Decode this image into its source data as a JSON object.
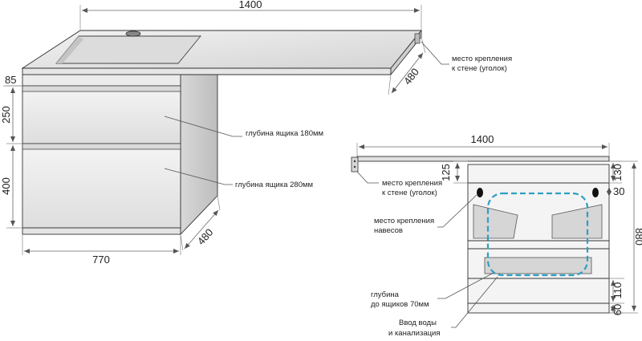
{
  "left_view": {
    "dim_top_width": "1400",
    "dim_top_height": "85",
    "dim_drawer_top": "250",
    "dim_drawer_bottom": "400",
    "dim_bottom_width": "770",
    "dim_depth_top": "480",
    "dim_depth_bottom": "480",
    "note_mount_line1": "место крепления",
    "note_mount_line2": "к стене (уголок)",
    "note_drawer1": "глубина ящика 180мм",
    "note_drawer2": "глубина ящика 280мм"
  },
  "right_view": {
    "dim_width": "1400",
    "dim_top_gap": "125",
    "dim_130": "130",
    "dim_30": "30",
    "dim_height": "880",
    "dim_110": "110",
    "dim_60": "60",
    "note_mount_line1": "место крепления",
    "note_mount_line2": "к стене (уголок)",
    "note_hinge_line1": "место крепления",
    "note_hinge_line2": "навесов",
    "note_depth_line1": "глубина",
    "note_depth_line2": "до ящиков 70мм",
    "note_water_line1": "Ввод воды",
    "note_water_line2": "и канализация"
  },
  "colors": {
    "panel": "#e2e2e2",
    "panel_dark": "#c9c9c9",
    "outline": "#333333",
    "siphon_zone": "#2e9fc4"
  }
}
